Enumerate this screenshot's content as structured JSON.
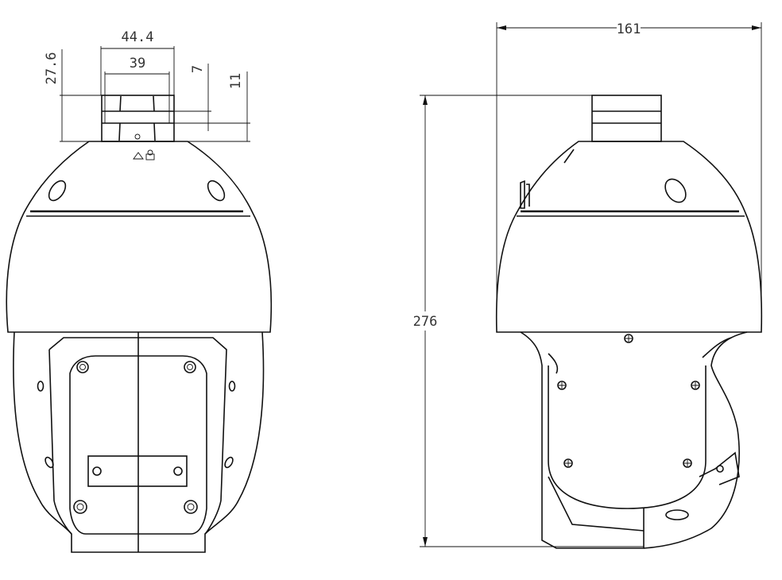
{
  "title": "PTZ dome camera dimension drawing",
  "dimensions": {
    "mount_outer_width": "44.4",
    "mount_inner_width": "39",
    "mount_height": "27.6",
    "thread_height_a": "7",
    "thread_height_b": "11",
    "overall_depth": "161",
    "overall_height": "276"
  },
  "views": [
    "front-view",
    "side-view"
  ]
}
